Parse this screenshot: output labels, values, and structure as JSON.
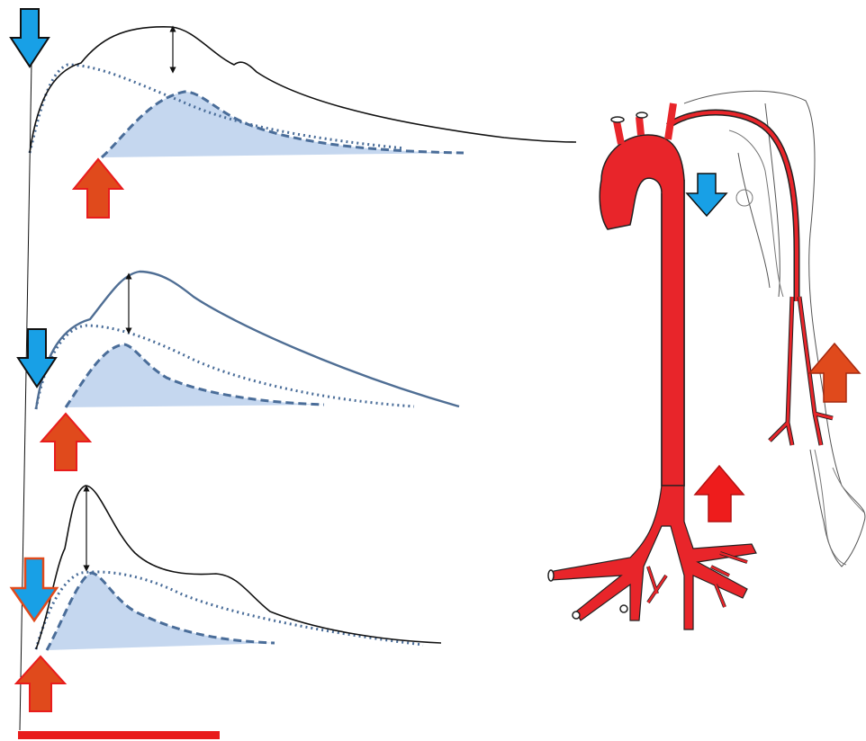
{
  "colors": {
    "background": "#ffffff",
    "forward_wave_fill": "#c5d7ef",
    "wave_stroke": "#4a6d99",
    "pressure_line": "#111111",
    "middle_pressure_line": "#4f6e94",
    "arrow_incident": "#18a0e6",
    "arrow_reflected_orange": "#e04a1c",
    "arrow_reflected_red": "#ee1c1c",
    "artery_red": "#e8252a",
    "artery_outline": "#222222",
    "baseline_red": "#e81c1c"
  },
  "icons": {
    "incident_wave": "down-arrow-icon",
    "reflected_wave": "up-arrow-icon",
    "time_axis": "red-bar"
  },
  "panels": [
    {
      "position": "top",
      "pressure_line_color": "#111111",
      "incident_arrow_outline": "#111111"
    },
    {
      "position": "middle",
      "pressure_line_color": "#4f6e94",
      "incident_arrow_outline": "#111111"
    },
    {
      "position": "bottom",
      "pressure_line_color": "#111111",
      "incident_arrow_outline": "#e04a1c"
    }
  ]
}
